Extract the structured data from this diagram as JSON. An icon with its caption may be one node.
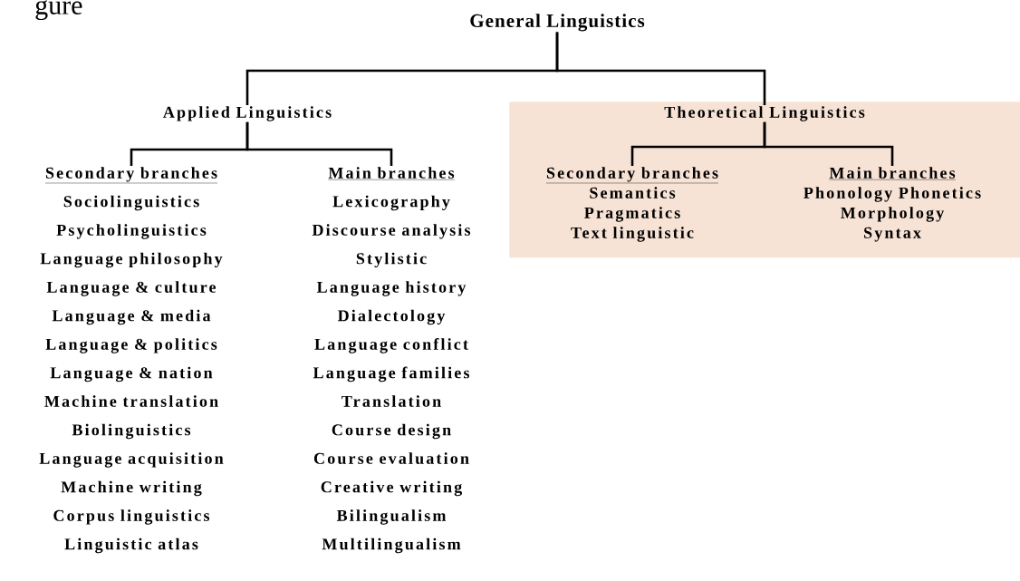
{
  "diagram": {
    "nodes": [
      {
        "text": [
          "General Linguistics"
        ]
      },
      {
        "text": [
          "Applied Linguistics"
        ]
      },
      {
        "text": [
          "Secondary branches",
          "Sociolinguistics",
          "Psycholinguistics",
          "Language philosophy",
          "Language & culture",
          "Language & media",
          "Language & politics",
          "Language & nation",
          "Machine translation",
          "Biolinguistics",
          "Language acquisition",
          "Machine writing",
          "Corpus linguistics",
          "Linguistic atlas"
        ]
      },
      {
        "text": [
          "Main branches",
          "Lexicography",
          "Discourse analysis",
          "Stylistic",
          "Language history",
          "Dialectology",
          "Language conflict",
          "Language families",
          "Translation",
          "Course design",
          "Course evaluation",
          "Creative writing",
          "Bilingualism",
          "Multilingualism"
        ]
      },
      {
        "text": [],
        "shape": "box"
      },
      {
        "text": [
          "Theoretical Linguistics"
        ],
        "in": 4
      },
      {
        "text": [
          "Secondary branches",
          "Semantics",
          "Pragmatics",
          "Text linguistic"
        ],
        "in": 4
      },
      {
        "text": [
          "Main branches",
          "Phonology  Phonetics",
          "Morphology",
          "Syntax"
        ],
        "in": 4
      }
    ],
    "edges": [
      {
        "from": 0,
        "to": 1,
        "arrow": "none"
      },
      {
        "from": 0,
        "to": 5,
        "arrow": "none"
      },
      {
        "from": 1,
        "to": 2,
        "arrow": "none"
      },
      {
        "from": 1,
        "to": 3,
        "arrow": "none"
      },
      {
        "from": 5,
        "to": 6,
        "arrow": "none"
      },
      {
        "from": 5,
        "to": 7,
        "arrow": "none"
      }
    ],
    "labels": [
      "gure"
    ]
  }
}
